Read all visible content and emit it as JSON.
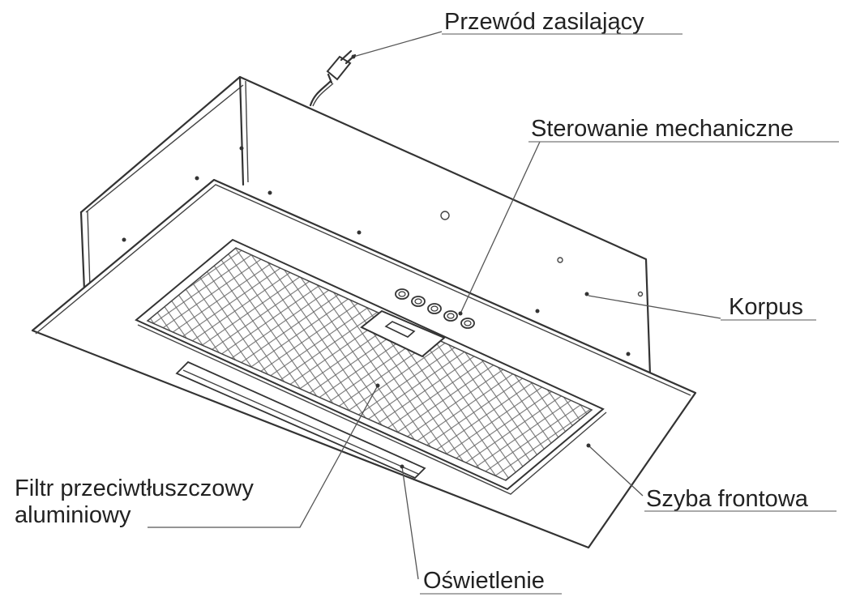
{
  "labels": {
    "power_cord": "Przewód zasilający",
    "mechanical_control": "Sterowanie mechaniczne",
    "body": "Korpus",
    "grease_filter_line1": "Filtr przeciwtłuszczowy",
    "grease_filter_line2": "aluminiowy",
    "front_glass": "Szyba frontowa",
    "lighting": "Oświetlenie"
  }
}
